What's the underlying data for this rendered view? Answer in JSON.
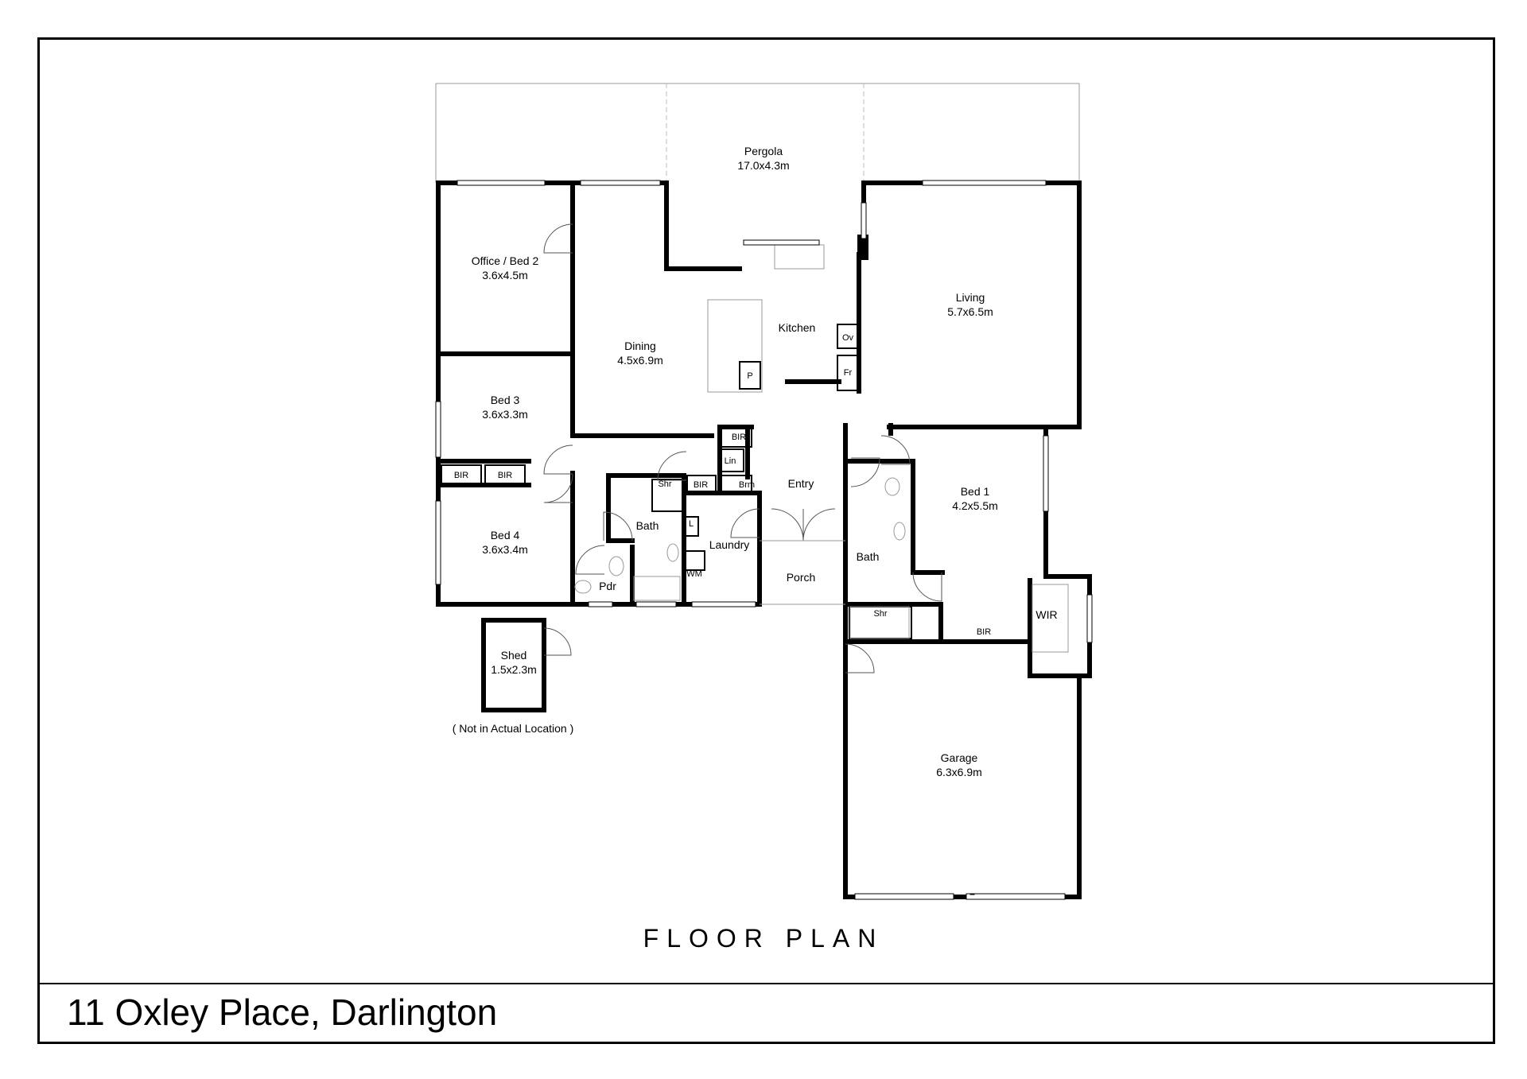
{
  "plan_title": "FLOOR PLAN",
  "address": "11 Oxley Place, Darlington",
  "rooms": {
    "pergola": {
      "name": "Pergola",
      "size": "17.0x4.3m"
    },
    "office": {
      "name": "Office / Bed 2",
      "size": "3.6x4.5m"
    },
    "dining": {
      "name": "Dining",
      "size": "4.5x6.9m"
    },
    "kitchen": {
      "name": "Kitchen"
    },
    "living": {
      "name": "Living",
      "size": "5.7x6.5m"
    },
    "bed3": {
      "name": "Bed 3",
      "size": "3.6x3.3m"
    },
    "bed4": {
      "name": "Bed 4",
      "size": "3.6x3.4m"
    },
    "bed1": {
      "name": "Bed 1",
      "size": "4.2x5.5m"
    },
    "entry": {
      "name": "Entry"
    },
    "porch": {
      "name": "Porch"
    },
    "laundry": {
      "name": "Laundry"
    },
    "bath_main": {
      "name": "Bath"
    },
    "bath_ensuite": {
      "name": "Bath"
    },
    "pdr": {
      "name": "Pdr"
    },
    "wir": {
      "name": "WIR"
    },
    "garage": {
      "name": "Garage",
      "size": "6.3x6.9m"
    },
    "shed": {
      "name": "Shed",
      "size": "1.5x2.3m"
    }
  },
  "fixtures": {
    "bir_bed3": "BIR",
    "bir_bed4": "BIR",
    "bir_entry": "BIR",
    "bir_hall": "BIR",
    "bir_bed1": "BIR",
    "lin": "Lin",
    "brm": "Brm",
    "shr_main": "Shr",
    "shr_ensuite": "Shr",
    "ov": "Ov",
    "fr": "Fr",
    "pantry": "P",
    "laundry_l": "L",
    "wm": "WM"
  },
  "shed_note": "( Not in Actual Location )"
}
